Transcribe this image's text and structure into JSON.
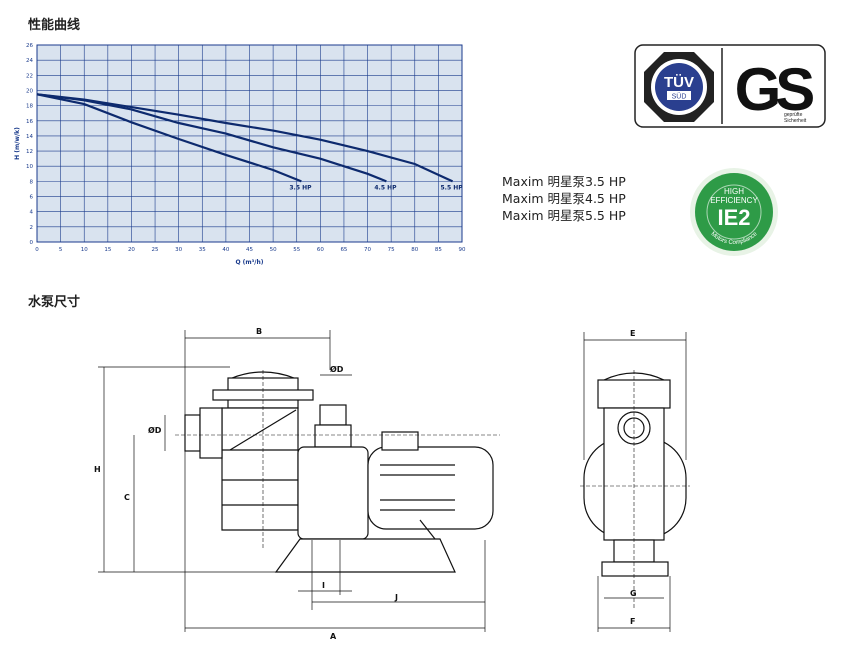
{
  "page": {
    "curve_heading": "性能曲线",
    "dimension_heading": "水泵尺寸"
  },
  "chart_data": {
    "type": "line",
    "title": "",
    "xlabel": "Q (m³/h)",
    "ylabel": "H (m/w/k)",
    "xlim": [
      0,
      90
    ],
    "ylim": [
      0,
      26
    ],
    "xticks": [
      0,
      5,
      10,
      15,
      20,
      25,
      30,
      35,
      40,
      45,
      50,
      55,
      60,
      65,
      70,
      75,
      80,
      85,
      90
    ],
    "yticks": [
      0,
      2,
      4,
      6,
      8,
      10,
      12,
      14,
      16,
      18,
      20,
      22,
      24,
      26
    ],
    "grid": true,
    "background": "#d9e3ef",
    "line_color": "#0d2a6e",
    "series": [
      {
        "name": "3.5 HP",
        "x": [
          0,
          10,
          20,
          30,
          40,
          50,
          56
        ],
        "y": [
          19.5,
          18.2,
          15.8,
          13.6,
          11.5,
          9.5,
          8.0
        ]
      },
      {
        "name": "4.5 HP",
        "x": [
          0,
          10,
          20,
          30,
          40,
          50,
          60,
          70,
          74
        ],
        "y": [
          19.5,
          18.7,
          17.5,
          15.7,
          14.3,
          12.5,
          11.0,
          9.0,
          8.0
        ]
      },
      {
        "name": "5.5 HP",
        "x": [
          0,
          10,
          20,
          30,
          40,
          50,
          60,
          70,
          80,
          88
        ],
        "y": [
          19.5,
          18.8,
          17.8,
          16.8,
          15.7,
          14.7,
          13.5,
          12.0,
          10.3,
          8.0
        ]
      }
    ]
  },
  "models": [
    {
      "brand": "Maxim",
      "name": "明星泵",
      "power": "3.5 HP"
    },
    {
      "brand": "Maxim",
      "name": "明星泵",
      "power": "4.5 HP"
    },
    {
      "brand": "Maxim",
      "name": "明星泵",
      "power": "5.5 HP"
    }
  ],
  "certs": {
    "tuv": "TÜV",
    "tuv_sub": "SÜD",
    "gs": "GS",
    "gs_small_1": "geprüfte",
    "gs_small_2": "Sicherheit",
    "ie2_top_1": "HIGH",
    "ie2_top_2": "EFFICIENCY",
    "ie2_big": "IE2",
    "ie2_ring": "Motors Compliance",
    "tuv_color": "#2a3f8f",
    "ie2_color": "#2e9b47"
  },
  "dimensions": {
    "A": "A",
    "B": "B",
    "C": "C",
    "D_top": "ØD",
    "D_side": "ØD",
    "E": "E",
    "F": "F",
    "G": "G",
    "H": "H",
    "I": "I",
    "J": "J"
  }
}
